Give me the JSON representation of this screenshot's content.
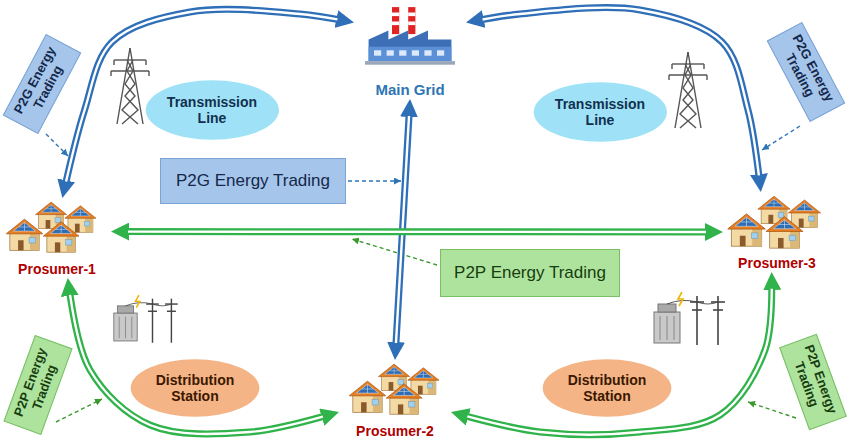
{
  "diagram": {
    "nodes": [
      {
        "text": [
          "P2G Energy Trading"
        ]
      },
      {
        "text": [
          "Main Grid"
        ]
      },
      {
        "text": [
          "P2G Energy Trading"
        ]
      },
      {
        "text": [
          "Transmission Line"
        ]
      },
      {
        "text": [
          "Transmission Line"
        ]
      },
      {
        "text": [
          "P2G Energy Trading"
        ]
      },
      {
        "text": [
          "Prosumer-1"
        ]
      },
      {
        "text": [
          "Prosumer-3"
        ]
      },
      {
        "text": [
          "P2P Energy Trading"
        ]
      },
      {
        "text": [
          "P2P Energy Trading"
        ]
      },
      {
        "text": [
          "Distribution Station"
        ]
      },
      {
        "text": [
          "Distribution Station"
        ]
      },
      {
        "text": [
          "P2P Energy Trading"
        ]
      },
      {
        "text": [
          "Prosumer-2"
        ]
      }
    ],
    "edges": [
      {
        "from": 1,
        "to": 6,
        "arrow": "both"
      },
      {
        "from": 1,
        "to": 7,
        "arrow": "both"
      },
      {
        "from": 1,
        "to": 13,
        "arrow": "both"
      },
      {
        "from": 6,
        "to": 7,
        "arrow": "both"
      },
      {
        "from": 6,
        "to": 13,
        "arrow": "both"
      },
      {
        "from": 13,
        "to": 7,
        "arrow": "both"
      }
    ]
  }
}
